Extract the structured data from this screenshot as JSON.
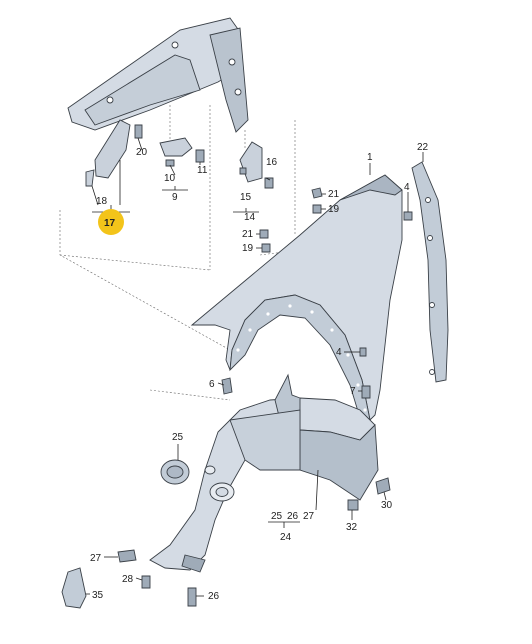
{
  "highlight_color": "#f3c41a",
  "part_fill": "#d4dbe4",
  "part_dark": "#9fabb8",
  "labels": {
    "l1": "1",
    "l4": "4",
    "l4b": "4",
    "l6": "6",
    "l7": "7",
    "l9": "9",
    "l10": "10",
    "l11": "11",
    "l14": "14",
    "l15": "15",
    "l16": "16",
    "l17": "17",
    "l18": "18",
    "l19": "19",
    "l19b": "19",
    "l20": "20",
    "l21": "21",
    "l21b": "21",
    "l22": "22",
    "l24": "24",
    "l25": "25",
    "l25b": "25",
    "l26": "26",
    "l26b": "26",
    "l27": "27",
    "l27b": "27",
    "l28": "28",
    "l30": "30",
    "l32": "32",
    "l35": "35"
  }
}
